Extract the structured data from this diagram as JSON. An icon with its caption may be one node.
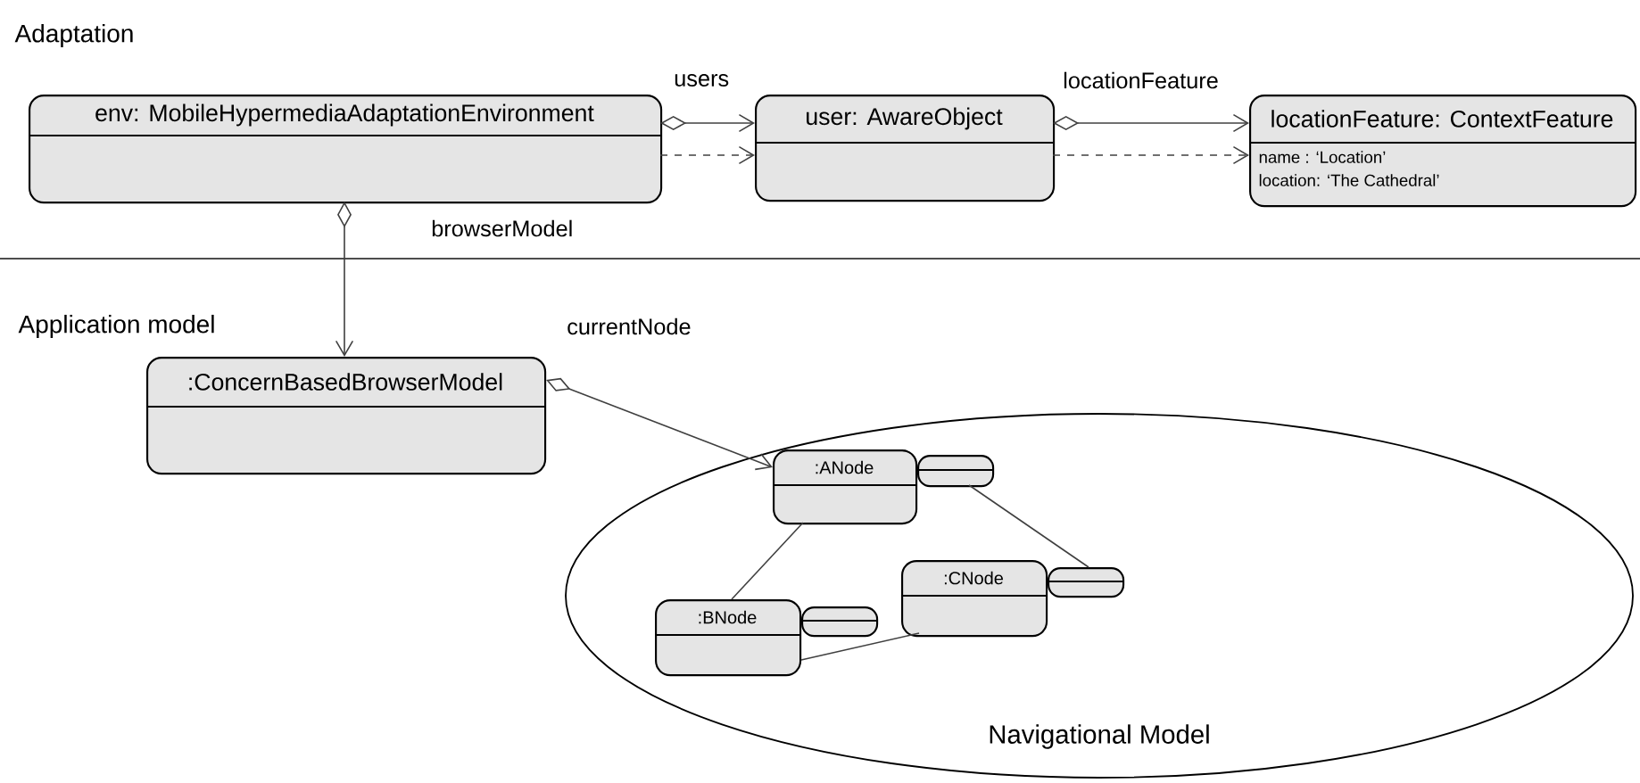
{
  "diagram": {
    "nodes": [
      {
        "text": [
          "env: MobileHypermediaAdaptationEnvironment"
        ]
      },
      {
        "text": [
          "user: AwareObject"
        ]
      },
      {
        "text": [
          "locationFeature: ContextFeature",
          "name : ‘Location’",
          "location: ‘The Cathedral’"
        ]
      },
      {
        "text": [
          ":ConcernBasedBrowserModel"
        ]
      },
      {
        "text": [
          "Navigational Model"
        ]
      },
      {
        "text": [
          ":ANode"
        ],
        "in": 4
      },
      {
        "text": [],
        "shape": "box",
        "in": 4
      },
      {
        "text": [
          ":CNode"
        ],
        "in": 4
      },
      {
        "text": [],
        "shape": "box",
        "in": 4
      },
      {
        "text": [
          ":BNode"
        ],
        "in": 4
      },
      {
        "text": [],
        "shape": "box",
        "in": 4
      }
    ],
    "edges": [
      {
        "from": 0,
        "to": 1,
        "arrow": "to",
        "label": "users"
      },
      {
        "from": 0,
        "to": 1,
        "arrow": "to",
        "style": "dashed"
      },
      {
        "from": 1,
        "to": 2,
        "arrow": "to",
        "label": "locationFeature"
      },
      {
        "from": 1,
        "to": 2,
        "arrow": "to",
        "style": "dashed"
      },
      {
        "from": 0,
        "to": 3,
        "arrow": "to",
        "label": "browserModel"
      },
      {
        "from": 3,
        "to": 5,
        "arrow": "to",
        "label": "currentNode"
      },
      {
        "from": 5,
        "to": 9,
        "arrow": "none"
      },
      {
        "from": 6,
        "to": 8,
        "arrow": "none"
      },
      {
        "from": 9,
        "to": 7,
        "arrow": "none"
      }
    ],
    "labels": [
      "Adaptation",
      "Application model"
    ]
  }
}
